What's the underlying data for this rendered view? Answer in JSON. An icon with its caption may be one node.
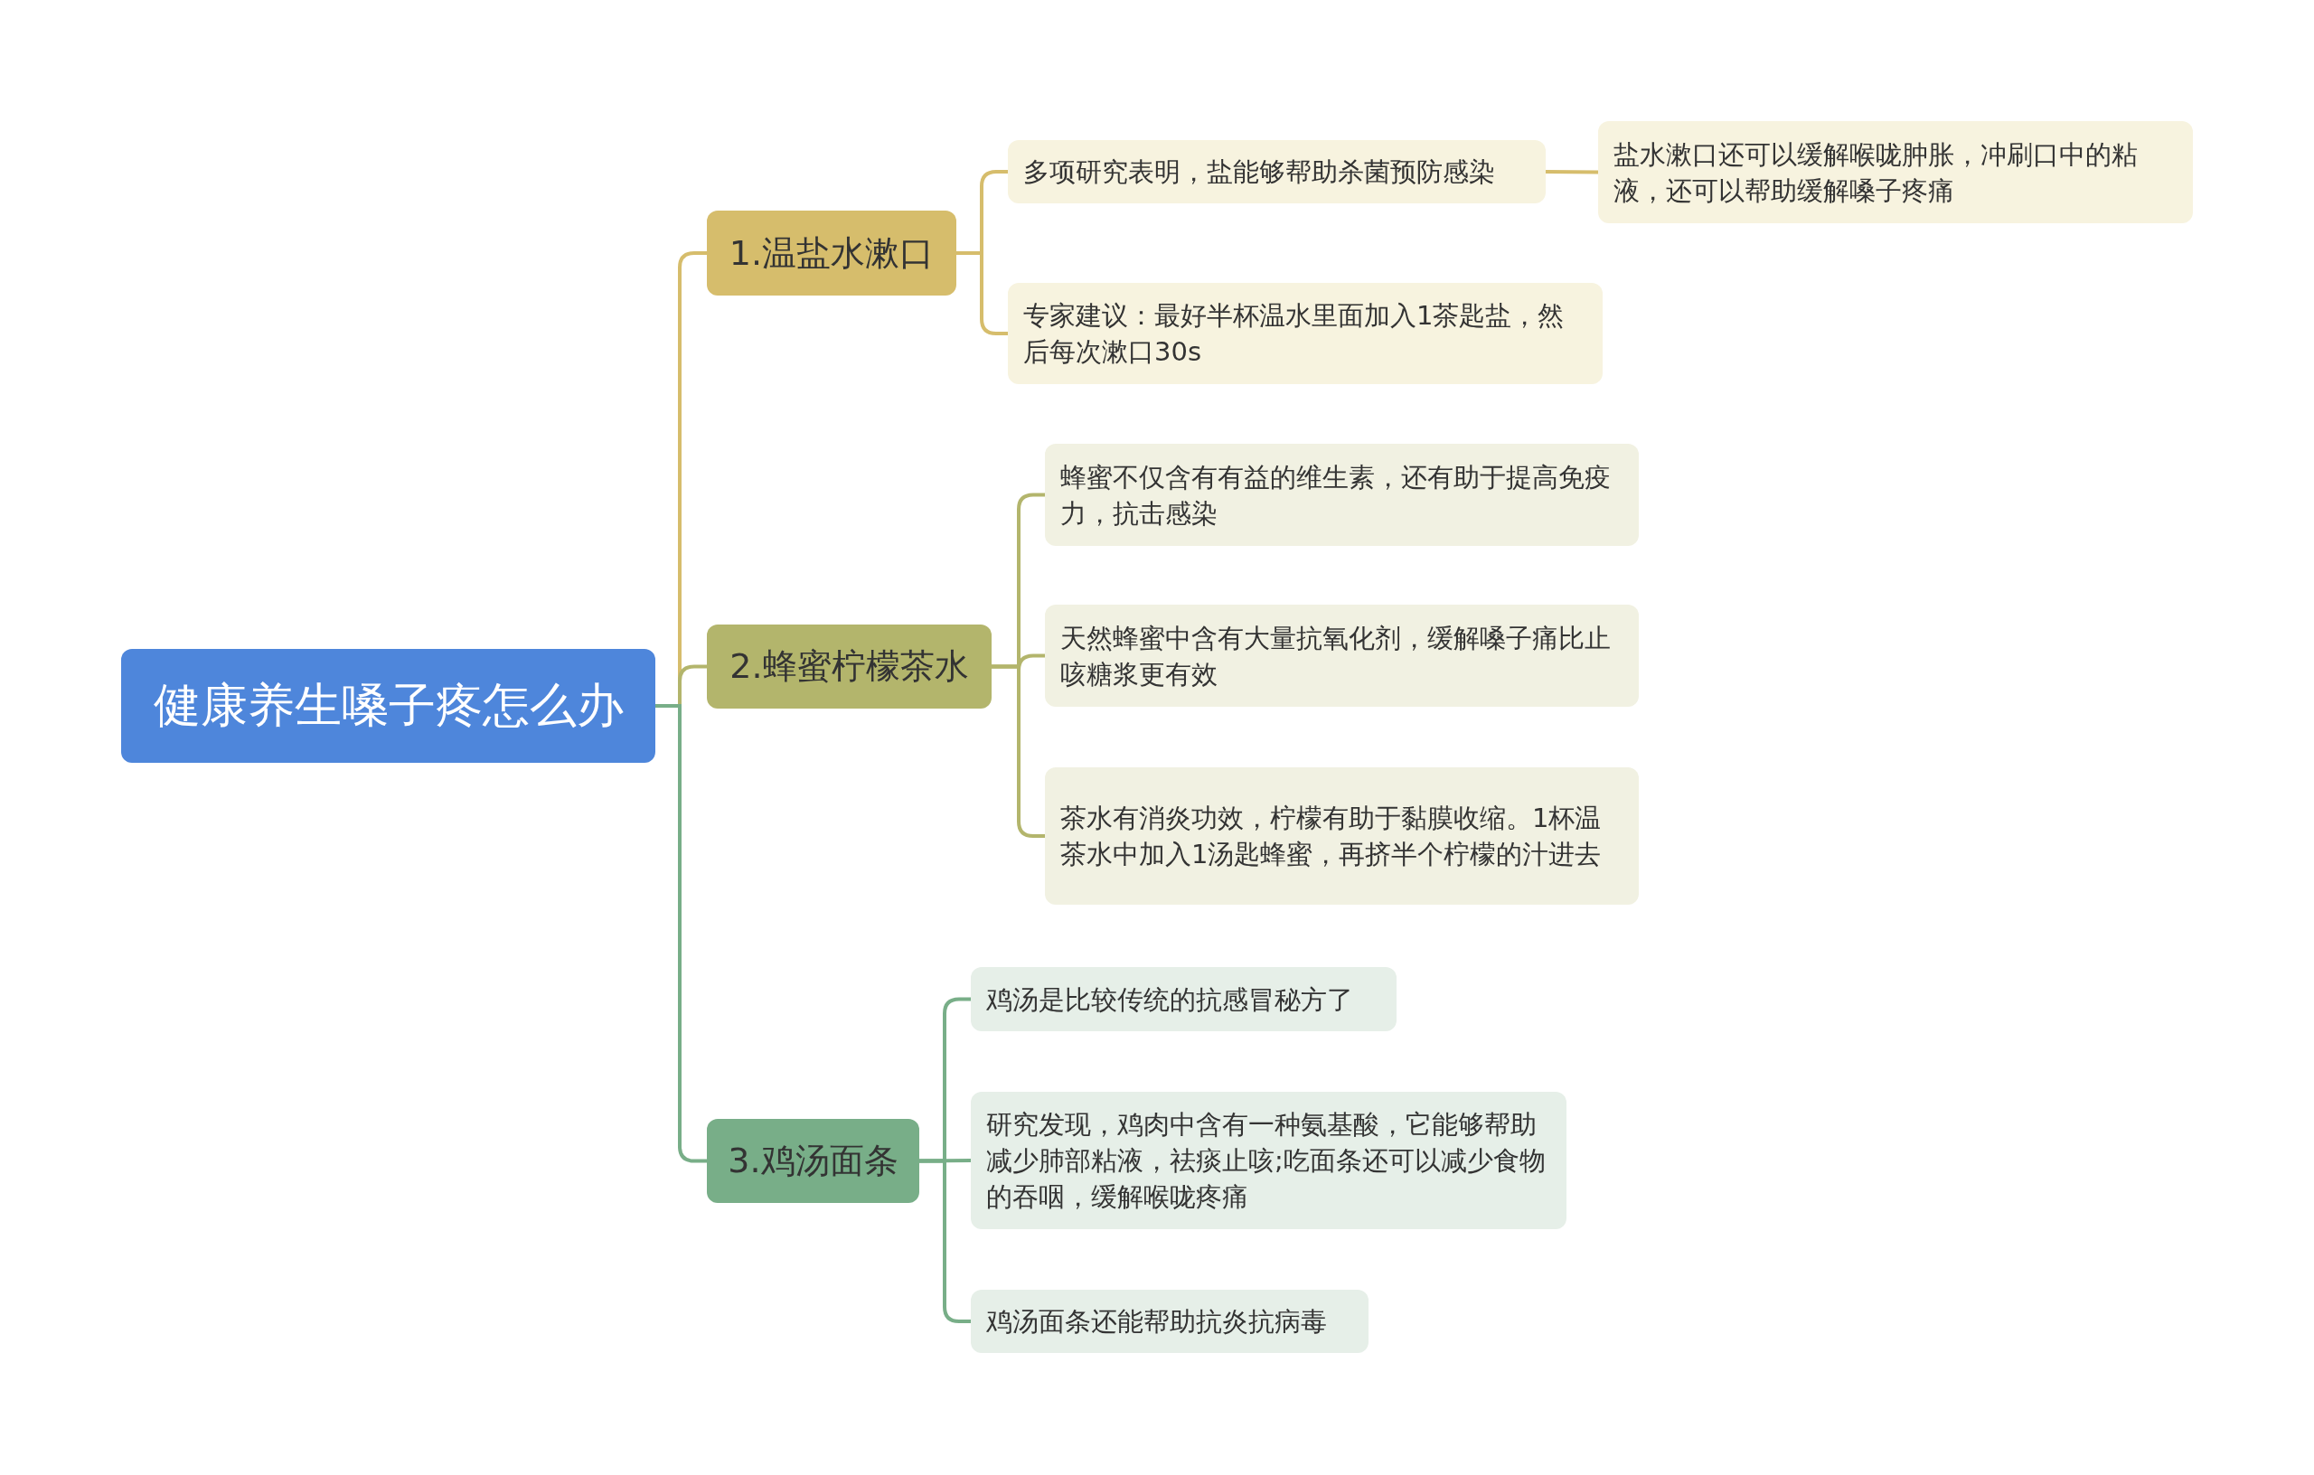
{
  "diagram": {
    "nodes": [
      {
        "text": [
          "健康养生嗓子疼怎么办"
        ]
      },
      {
        "text": [
          "1.温盐水漱口"
        ]
      },
      {
        "text": [
          "多项研究表明，盐能够帮助杀菌预防感染"
        ]
      },
      {
        "text": [
          "盐水漱口还可以缓解喉咙肿胀，冲刷口中的粘液，还可以帮助缓解嗓子疼痛"
        ]
      },
      {
        "text": [
          "专家建议：最好半杯温水里面加入1茶匙盐，然后每次漱口30s"
        ]
      },
      {
        "text": [
          "2.蜂蜜柠檬茶水"
        ]
      },
      {
        "text": [
          "蜂蜜不仅含有有益的维生素，还有助于提高免疫力，抗击感染"
        ]
      },
      {
        "text": [
          "天然蜂蜜中含有大量抗氧化剂，缓解嗓子痛比止咳糖浆更有效"
        ]
      },
      {
        "text": [
          "茶水有消炎功效，柠檬有助于黏膜收缩。1杯温茶水中加入1汤匙蜂蜜，再挤半个柠檬的汁进去"
        ]
      },
      {
        "text": [
          "3.鸡汤面条"
        ]
      },
      {
        "text": [
          "鸡汤是比较传统的抗感冒秘方了"
        ]
      },
      {
        "text": [
          "研究发现，鸡肉中含有一种氨基酸，它能够帮助减少肺部粘液，祛痰止咳;吃面条还可以减少食物的吞咽，缓解喉咙疼痛"
        ]
      },
      {
        "text": [
          "鸡汤面条还能帮助抗炎抗病毒"
        ]
      }
    ],
    "edges": [
      {
        "from": 0,
        "to": 1,
        "arrow": "none",
        "color": "#d6bd6c"
      },
      {
        "from": 0,
        "to": 5,
        "arrow": "none",
        "color": "#b3b56c"
      },
      {
        "from": 0,
        "to": 9,
        "arrow": "none",
        "color": "#78ae88"
      },
      {
        "from": 1,
        "to": 2,
        "arrow": "none",
        "color": "#d6bd6c"
      },
      {
        "from": 1,
        "to": 4,
        "arrow": "none",
        "color": "#d6bd6c"
      },
      {
        "from": 2,
        "to": 3,
        "arrow": "none",
        "color": "#d6bd6c"
      },
      {
        "from": 5,
        "to": 6,
        "arrow": "none",
        "color": "#b3b56c"
      },
      {
        "from": 5,
        "to": 7,
        "arrow": "none",
        "color": "#b3b56c"
      },
      {
        "from": 5,
        "to": 8,
        "arrow": "none",
        "color": "#b3b56c"
      },
      {
        "from": 9,
        "to": 10,
        "arrow": "none",
        "color": "#78ae88"
      },
      {
        "from": 9,
        "to": 11,
        "arrow": "none",
        "color": "#78ae88"
      },
      {
        "from": 9,
        "to": 12,
        "arrow": "none",
        "color": "#78ae88"
      }
    ]
  }
}
